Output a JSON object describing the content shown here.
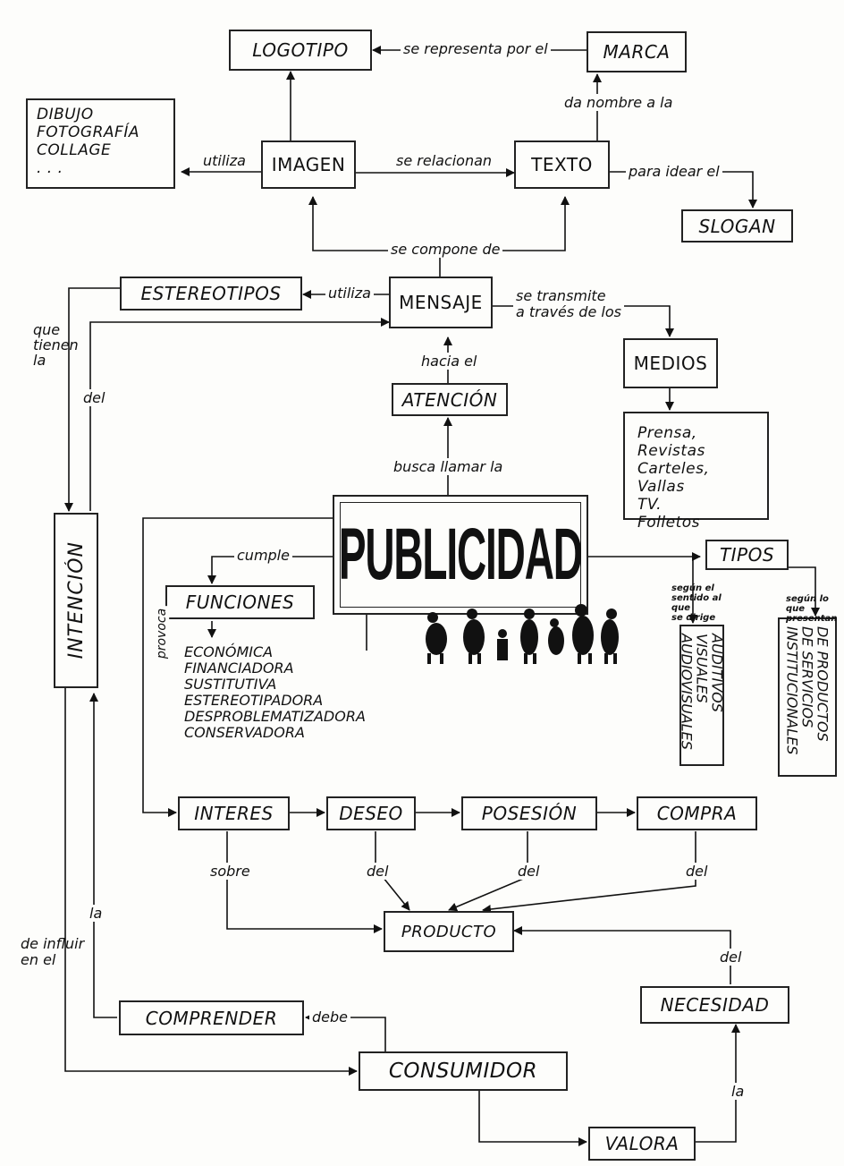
{
  "nodes": {
    "logotipo": "LOGOTIPO",
    "marca": "MARCA",
    "imagen": "IMAGEN",
    "texto": "TEXTO",
    "slogan": "SLOGAN",
    "estereotipos": "ESTEREOTIPOS",
    "mensaje": "MENSAJE",
    "medios": "MEDIOS",
    "atencion": "ATENCIÓN",
    "publicidad": "PUBLICIDAD",
    "tipos": "TIPOS",
    "funciones": "FUNCIONES",
    "intencion": "INTENCIÓN",
    "interes": "INTERES",
    "deseo": "DESEO",
    "posesion": "POSESIÓN",
    "compra": "COMPRA",
    "producto": "PRODUCTO",
    "necesidad": "NECESIDAD",
    "comprender": "COMPRENDER",
    "consumidor": "CONSUMIDOR",
    "valora": "VALORA"
  },
  "lists": {
    "imagen_types": "DIBUJO\nFOTOGRAFÍA\nCOLLAGE\n. . .",
    "medios_list": "Prensa, Revistas\nCarteles, Vallas\nTV.\nFolletos",
    "funciones_list": "ECONÓMICA\nFINANCIADORA\nSUSTITUTIVA\nESTEREOTIPADORA\nDESPROBLEMATIZADORA\nCONSERVADORA",
    "tipos_sentido": "AUDITIVOS\nVISUALES\nAUDIOVISUALES",
    "tipos_presentan": "DE PRODUCTOS\nDE SERVICIOS\nINSTITUCIONALES"
  },
  "labels": {
    "se_representa": "se representa por el",
    "da_nombre": "da nombre a la",
    "utiliza_imagen": "utiliza",
    "se_relacionan": "se relacionan",
    "para_idear": "para idear el",
    "se_compone": "se compone de",
    "utiliza_mensaje": "utiliza",
    "se_transmite": "se transmite\na través de los",
    "hacia_el": "hacia el",
    "busca_llamar": "busca llamar la",
    "cumple": "cumple",
    "que_tienen": "que\ntienen\nla",
    "del_intencion": "del",
    "provoca": "provoca",
    "segun_sentido": "según el\nsentido al que\nse dirige",
    "segun_presentan": "según lo que\npresentan",
    "sobre": "sobre",
    "del_deseo": "del",
    "del_posesion": "del",
    "del_compra": "del",
    "la_comprender": "la",
    "de_influir": "de influir\nen el",
    "debe": "debe",
    "del_necesidad": "del",
    "la_valora": "la"
  }
}
